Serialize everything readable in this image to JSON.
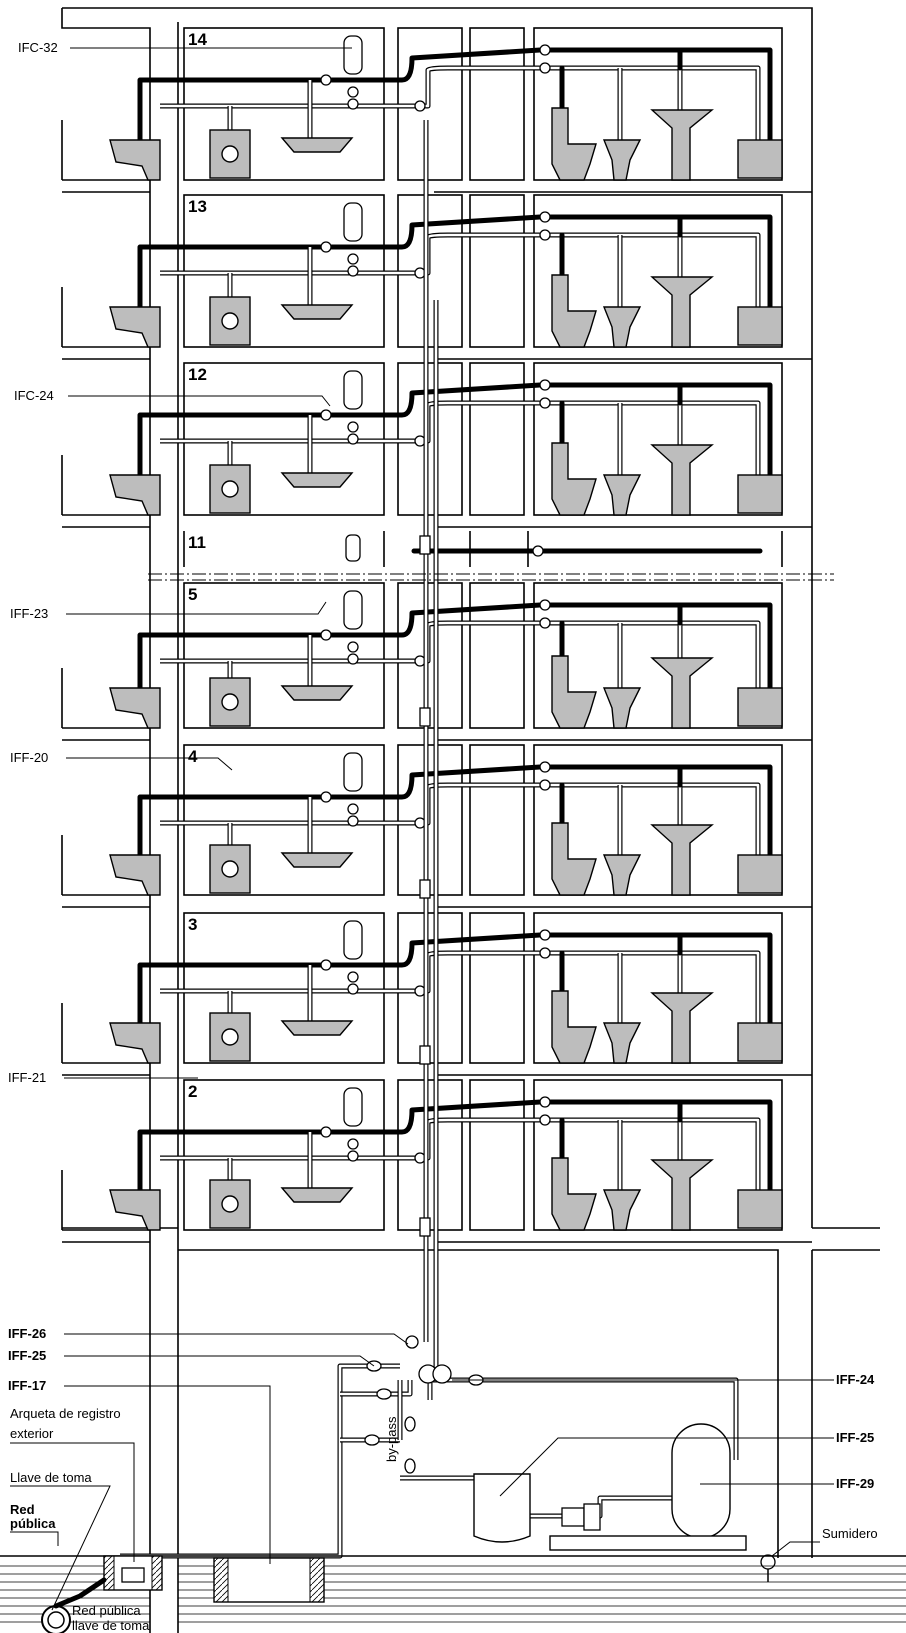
{
  "floors": [
    {
      "number": "14",
      "label": "IFC-32"
    },
    {
      "number": "13",
      "label": ""
    },
    {
      "number": "12",
      "label": "IFC-24"
    },
    {
      "number": "11",
      "label": ""
    },
    {
      "number": "5",
      "label": "IFF-23"
    },
    {
      "number": "4",
      "label": "IFF-20"
    },
    {
      "number": "3",
      "label": ""
    },
    {
      "number": "2",
      "label": "IFF-21"
    }
  ],
  "basement_labels": {
    "iff26": "IFF-26",
    "iff25_left": "IFF-25",
    "iff17": "IFF-17",
    "iff24": "IFF-24",
    "iff25_right": "IFF-25",
    "iff29": "IFF-29",
    "sumidero": "Sumidero",
    "bypass": "by-pass"
  },
  "street_labels": {
    "arqueta_line1": "Arqueta de registro",
    "arqueta_line2": "exterior",
    "llave_toma": "Llave de toma",
    "red_line1": "Red",
    "red_line2": "pública",
    "red_publica": "Red pública",
    "llave_de_toma": "llave de toma"
  },
  "colors": {
    "line": "#000000",
    "fixture_fill": "#bdbdbd",
    "background": "#ffffff"
  }
}
